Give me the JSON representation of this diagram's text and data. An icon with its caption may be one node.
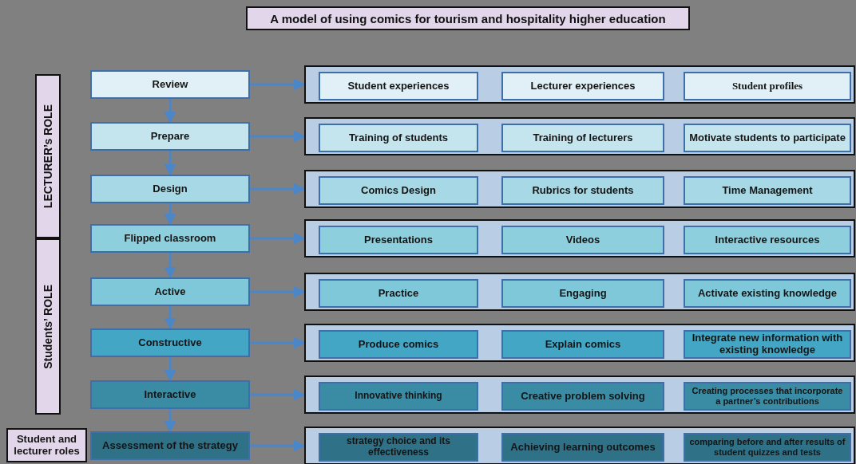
{
  "diagram": {
    "title": "A model of using comics for tourism and hospitality higher education",
    "nodes": [
      {
        "text": [
          "LECTURER’s ROLE"
        ]
      },
      {
        "text": [
          "Students’ ROLE"
        ]
      },
      {
        "text": [
          "Student and lecturer roles"
        ]
      },
      {
        "text": [
          "Review"
        ]
      },
      {
        "text": [],
        "shape": "box"
      },
      {
        "text": [
          "Student experiences"
        ],
        "in": 4
      },
      {
        "text": [
          "Lecturer experiences"
        ],
        "in": 4
      },
      {
        "text": [
          "Student profiles"
        ],
        "in": 4
      },
      {
        "text": [
          "Prepare"
        ]
      },
      {
        "text": [],
        "shape": "box"
      },
      {
        "text": [
          "Training of students"
        ],
        "in": 9
      },
      {
        "text": [
          "Training of lecturers"
        ],
        "in": 9
      },
      {
        "text": [
          "Motivate students to participate"
        ],
        "in": 9
      },
      {
        "text": [
          "Design"
        ]
      },
      {
        "text": [],
        "shape": "box"
      },
      {
        "text": [
          "Comics Design"
        ],
        "in": 14
      },
      {
        "text": [
          "Rubrics for students"
        ],
        "in": 14
      },
      {
        "text": [
          "Time Management"
        ],
        "in": 14
      },
      {
        "text": [
          "Flipped classroom"
        ]
      },
      {
        "text": [],
        "shape": "box"
      },
      {
        "text": [
          "Presentations"
        ],
        "in": 19
      },
      {
        "text": [
          "Videos"
        ],
        "in": 19
      },
      {
        "text": [
          "Interactive resources"
        ],
        "in": 19
      },
      {
        "text": [
          "Active"
        ]
      },
      {
        "text": [],
        "shape": "box"
      },
      {
        "text": [
          "Practice"
        ],
        "in": 24
      },
      {
        "text": [
          "Engaging"
        ],
        "in": 24
      },
      {
        "text": [
          "Activate existing knowledge"
        ],
        "in": 24
      },
      {
        "text": [
          "Constructive"
        ]
      },
      {
        "text": [],
        "shape": "box"
      },
      {
        "text": [
          "Produce comics"
        ],
        "in": 29
      },
      {
        "text": [
          "Explain comics"
        ],
        "in": 29
      },
      {
        "text": [
          "Integrate new information with existing knowledge"
        ],
        "in": 29
      },
      {
        "text": [
          "Interactive"
        ]
      },
      {
        "text": [],
        "shape": "box"
      },
      {
        "text": [
          "Innovative thinking"
        ],
        "in": 34
      },
      {
        "text": [
          "Creative problem solving"
        ],
        "in": 34
      },
      {
        "text": [
          "Creating processes that incorporate a partner’s contributions"
        ],
        "in": 34
      },
      {
        "text": [
          "Assessment of the strategy"
        ]
      },
      {
        "text": [],
        "shape": "box"
      },
      {
        "text": [
          "strategy choice and its effectiveness"
        ],
        "in": 39
      },
      {
        "text": [
          "Achieving learning outcomes"
        ],
        "in": 39
      },
      {
        "text": [
          "comparing before and after results of student quizzes and tests"
        ],
        "in": 39
      }
    ],
    "edges": [
      {
        "from": 3,
        "to": 4,
        "arrow": "to"
      },
      {
        "from": 3,
        "to": 8,
        "arrow": "to"
      },
      {
        "from": 8,
        "to": 9,
        "arrow": "to"
      },
      {
        "from": 8,
        "to": 13,
        "arrow": "to"
      },
      {
        "from": 13,
        "to": 14,
        "arrow": "to"
      },
      {
        "from": 13,
        "to": 18,
        "arrow": "to"
      },
      {
        "from": 18,
        "to": 19,
        "arrow": "to"
      },
      {
        "from": 18,
        "to": 23,
        "arrow": "to"
      },
      {
        "from": 23,
        "to": 24,
        "arrow": "to"
      },
      {
        "from": 23,
        "to": 28,
        "arrow": "to"
      },
      {
        "from": 28,
        "to": 29,
        "arrow": "to"
      },
      {
        "from": 28,
        "to": 33,
        "arrow": "to"
      },
      {
        "from": 33,
        "to": 34,
        "arrow": "to"
      },
      {
        "from": 33,
        "to": 38,
        "arrow": "to"
      },
      {
        "from": 38,
        "to": 39,
        "arrow": "to"
      }
    ]
  }
}
